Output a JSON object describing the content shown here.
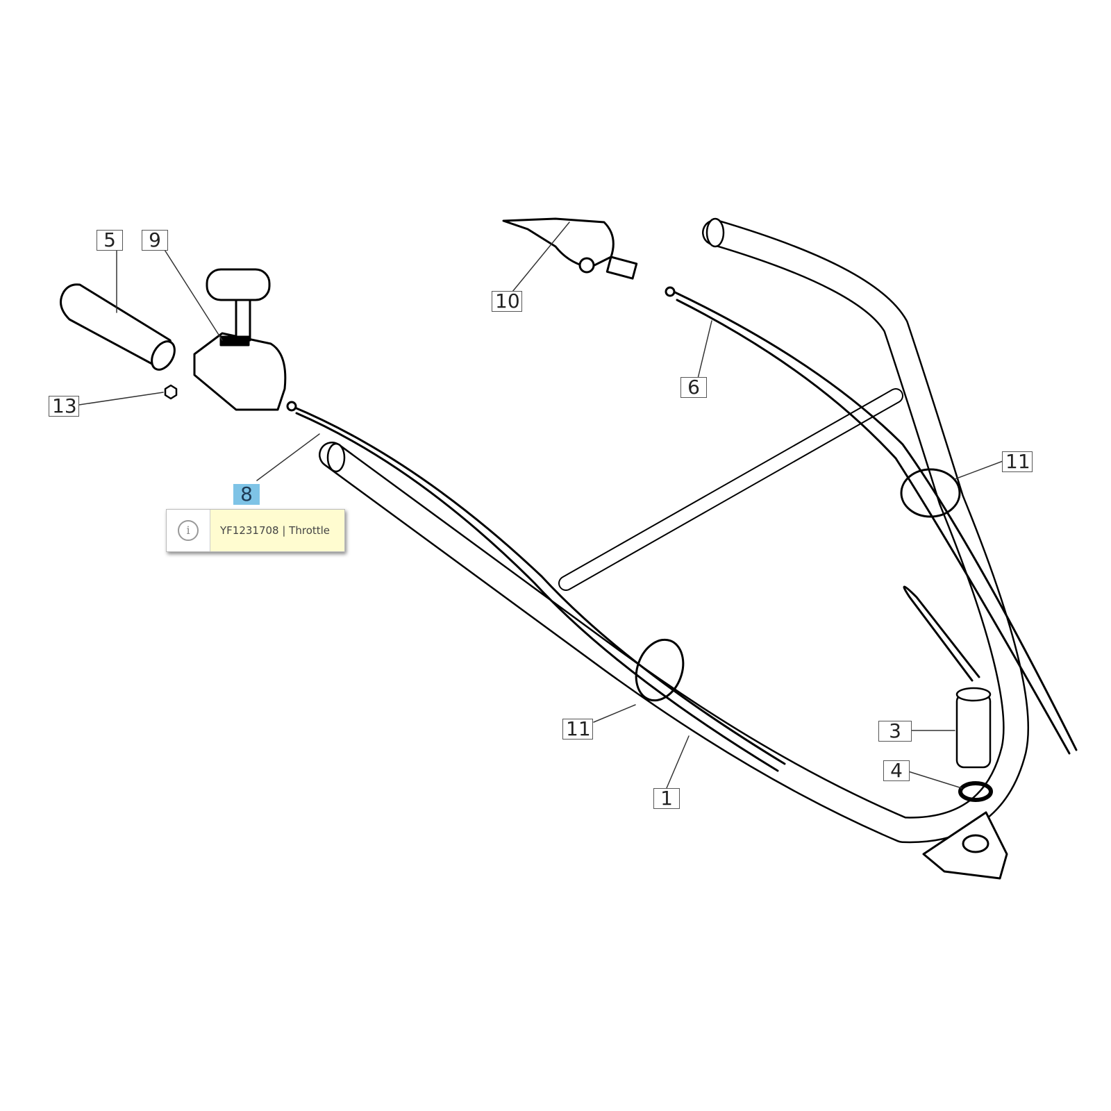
{
  "callouts": [
    {
      "id": "5",
      "label": "5"
    },
    {
      "id": "9",
      "label": "9"
    },
    {
      "id": "10",
      "label": "10"
    },
    {
      "id": "6",
      "label": "6"
    },
    {
      "id": "13",
      "label": "13"
    },
    {
      "id": "8",
      "label": "8",
      "active": true
    },
    {
      "id": "11a",
      "label": "11"
    },
    {
      "id": "11b",
      "label": "11"
    },
    {
      "id": "3",
      "label": "3"
    },
    {
      "id": "4",
      "label": "4"
    },
    {
      "id": "1",
      "label": "1"
    }
  ],
  "tooltip": {
    "icon": "info-icon",
    "icon_glyph": "i",
    "text": "YF1231708 | Throttle"
  },
  "colors": {
    "active": "#7ec3e6",
    "tooltip_bg": "#fffcd0"
  }
}
